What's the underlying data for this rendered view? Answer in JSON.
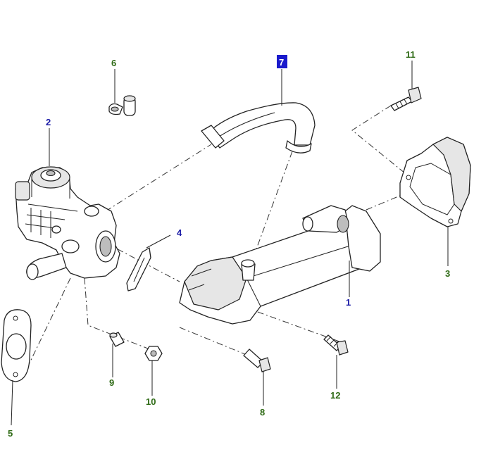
{
  "colors": {
    "blue_callout": "#1a1aa6",
    "green_callout": "#2f6b16",
    "highlight": "#1a1acc"
  },
  "callouts": {
    "c1": "1",
    "c2": "2",
    "c3": "3",
    "c4": "4",
    "c5": "5",
    "c6": "6",
    "c7": "7",
    "c8": "8",
    "c9": "9",
    "c10": "10",
    "c11": "11",
    "c12": "12"
  },
  "highlighted_callout": "7"
}
